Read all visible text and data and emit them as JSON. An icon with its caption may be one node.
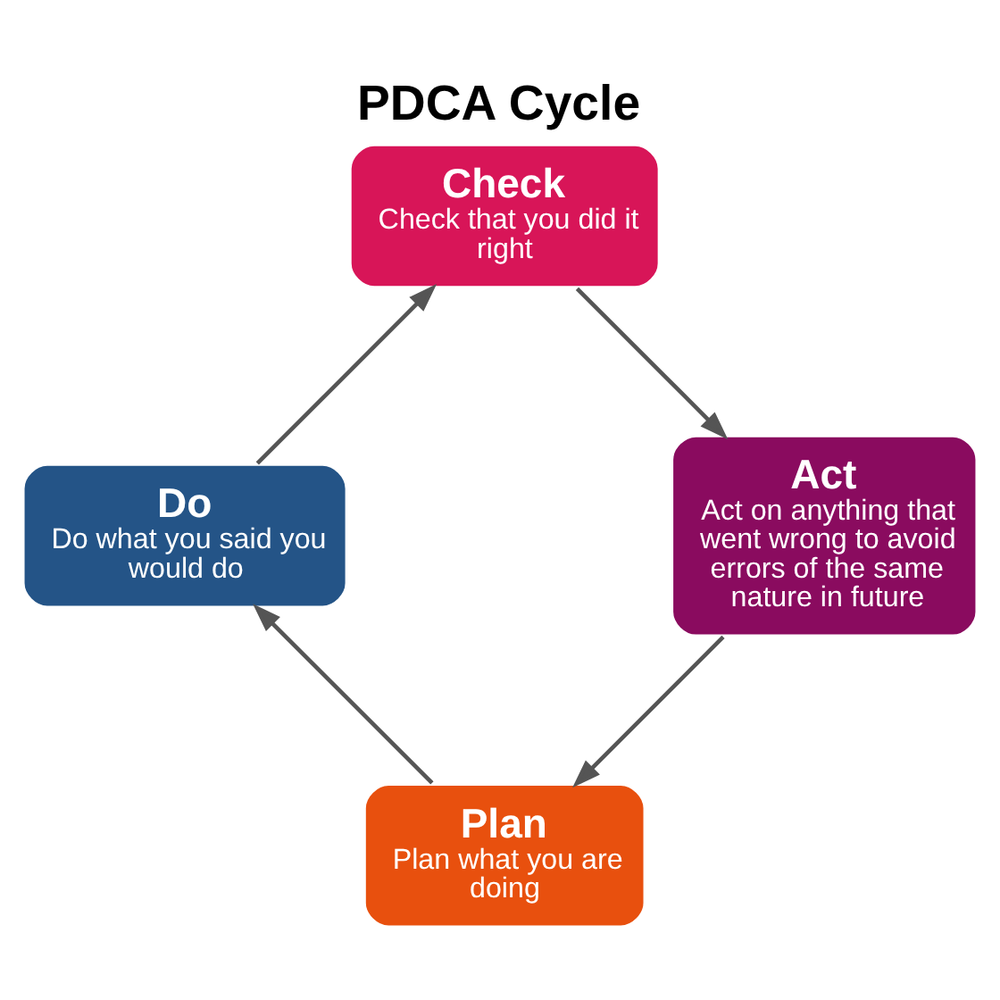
{
  "diagram": {
    "title": "PDCA Cycle",
    "nodes": [
      {
        "text": [
          "Plan",
          "Plan what you are doing"
        ]
      },
      {
        "text": [
          "Do",
          "Do what you said you would do"
        ]
      },
      {
        "text": [
          "Check",
          "Check that you did it right"
        ]
      },
      {
        "text": [
          "Act",
          "Act on anything that went wrong to avoid errors of the same nature in future"
        ]
      }
    ],
    "edges": [
      {
        "from": 0,
        "to": 1,
        "arrow": "to"
      },
      {
        "from": 1,
        "to": 2,
        "arrow": "to"
      },
      {
        "from": 2,
        "to": 3,
        "arrow": "to"
      },
      {
        "from": 3,
        "to": 0,
        "arrow": "to"
      }
    ]
  }
}
